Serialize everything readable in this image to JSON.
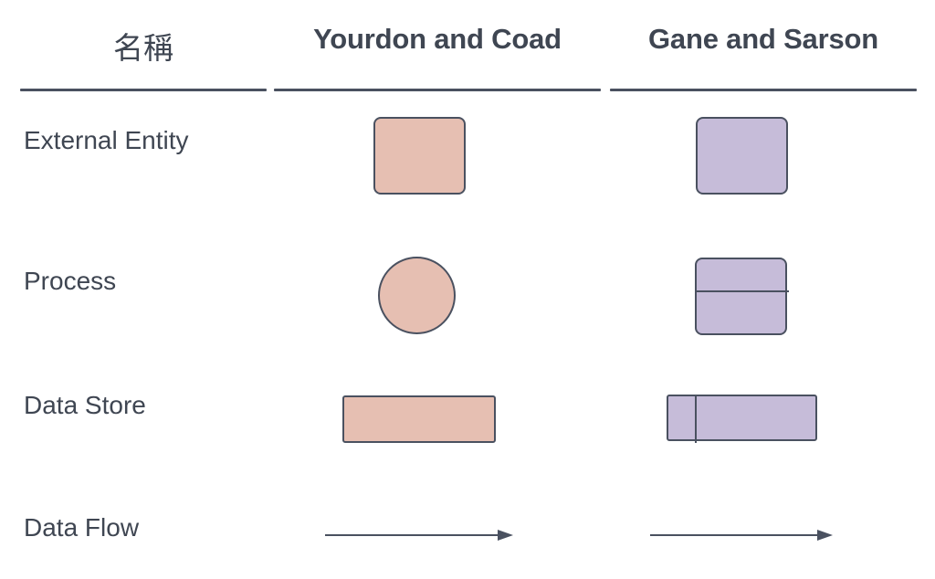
{
  "table": {
    "headers": {
      "name": "名稱",
      "yourdon": "Yourdon and Coad",
      "gane": "Gane and Sarson"
    },
    "rows": [
      {
        "label": "External Entity",
        "yourdon_shape": "rounded-rectangle",
        "gane_shape": "rounded-rectangle"
      },
      {
        "label": "Process",
        "yourdon_shape": "circle",
        "gane_shape": "rounded-rectangle-with-top-band"
      },
      {
        "label": "Data Store",
        "yourdon_shape": "open-rectangle",
        "gane_shape": "rectangle-with-left-cell"
      },
      {
        "label": "Data Flow",
        "yourdon_shape": "arrow",
        "gane_shape": "arrow"
      }
    ]
  },
  "colors": {
    "yourdon_fill": "#e6bfb2",
    "gane_fill": "#c6bcd9",
    "stroke": "#4a5160",
    "text": "#3f4652",
    "background": "#ffffff"
  }
}
